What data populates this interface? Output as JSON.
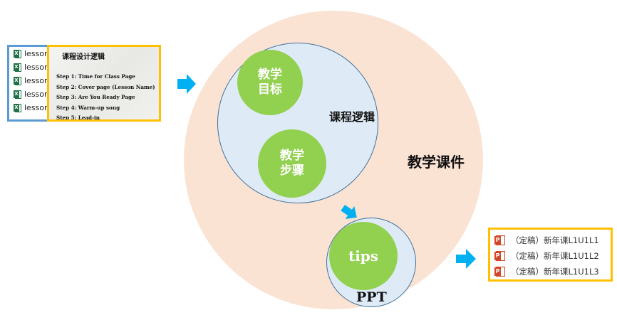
{
  "files": {
    "items": [
      {
        "label": "lesson",
        "icon": "excel-file-icon"
      },
      {
        "label": "lesson",
        "icon": "excel-file-icon"
      },
      {
        "label": "lesson",
        "icon": "excel-file-icon"
      },
      {
        "label": "lesson",
        "icon": "excel-file-icon"
      },
      {
        "label": "lesson",
        "icon": "excel-file-icon"
      }
    ]
  },
  "doc": {
    "title": "课程设计逻辑",
    "steps": [
      "Step 1: Time for Class Page",
      "Step 2: Cover page (Lesson Name)",
      "Step 3: Are You Ready Page",
      "Step 4: Warm-up song",
      "Step 5: Lead-in"
    ]
  },
  "diagram": {
    "outer_label": "教学课件",
    "inner_label": "课程逻辑",
    "node_goals": [
      "教学",
      "目标"
    ],
    "node_steps": [
      "教学",
      "步骤"
    ],
    "node_tips": "tips",
    "ppt_label": "PPT"
  },
  "ppt_files": {
    "items": [
      {
        "label": "（定稿）新年课L1U1L1",
        "icon": "powerpoint-file-icon"
      },
      {
        "label": "（定稿）新年课L1U1L2",
        "icon": "powerpoint-file-icon"
      },
      {
        "label": "（定稿）新年课L1U1L3",
        "icon": "powerpoint-file-icon"
      }
    ]
  },
  "colors": {
    "outer_circle": "#fbe3d4",
    "inner_circle": "#deebf6",
    "node": "#92d050",
    "arrow": "#00b0f0",
    "highlight_border": "#ffc000",
    "file_border": "#5b9bd5"
  }
}
